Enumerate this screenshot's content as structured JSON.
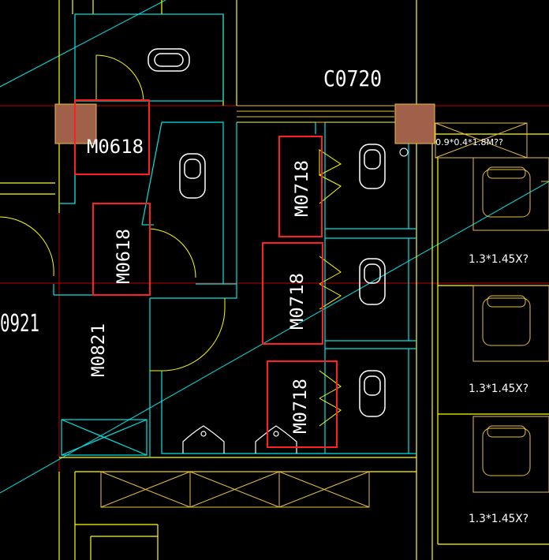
{
  "colors": {
    "background": "#000000",
    "wall": "#ffff00",
    "partition": "#00e5e5",
    "axis": "#c00000",
    "highlight": "#ff2020",
    "column": "#a0604a",
    "furniture": "#ffffff",
    "window": "#e8c040"
  },
  "labels": {
    "window_top": "C0720",
    "door_a": "M0618",
    "door_b": "M0618",
    "door_c": "M0718",
    "door_d": "M0718",
    "door_e": "M0718",
    "door_left": "M0821",
    "left_edge": "0921",
    "column_note": "0.9*0.4*1.8M??",
    "room_size_1": "1.3*1.45X?",
    "room_size_2": "1.3*1.45X?",
    "room_size_3": "1.3*1.45X?"
  }
}
